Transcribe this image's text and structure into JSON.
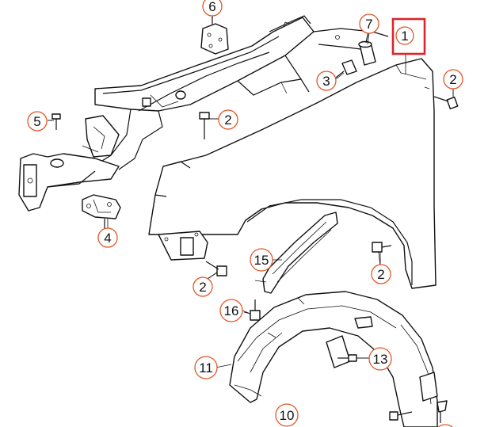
{
  "diagram": {
    "colors": {
      "callout_circle": "#e0582a",
      "highlight_box": "#d9262c",
      "ink": "#111111",
      "background": "#ffffff"
    },
    "callouts": [
      {
        "id": "c6",
        "label": "6",
        "icon": "callout-circle"
      },
      {
        "id": "c7",
        "label": "7",
        "icon": "callout-circle"
      },
      {
        "id": "c1",
        "label": "1",
        "icon": "highlight-box"
      },
      {
        "id": "c3",
        "label": "3",
        "icon": "callout-circle"
      },
      {
        "id": "c2a",
        "label": "2",
        "icon": "callout-circle"
      },
      {
        "id": "c5",
        "label": "5",
        "icon": "callout-circle"
      },
      {
        "id": "c2b",
        "label": "2",
        "icon": "callout-circle"
      },
      {
        "id": "c4",
        "label": "4",
        "icon": "callout-circle"
      },
      {
        "id": "c15",
        "label": "15",
        "icon": "callout-circle"
      },
      {
        "id": "c2c",
        "label": "2",
        "icon": "callout-circle"
      },
      {
        "id": "c2d",
        "label": "2",
        "icon": "callout-circle"
      },
      {
        "id": "c16",
        "label": "16",
        "icon": "callout-circle"
      },
      {
        "id": "c11",
        "label": "11",
        "icon": "callout-circle"
      },
      {
        "id": "c13",
        "label": "13",
        "icon": "callout-circle"
      },
      {
        "id": "c10",
        "label": "10",
        "icon": "callout-circle"
      }
    ]
  }
}
